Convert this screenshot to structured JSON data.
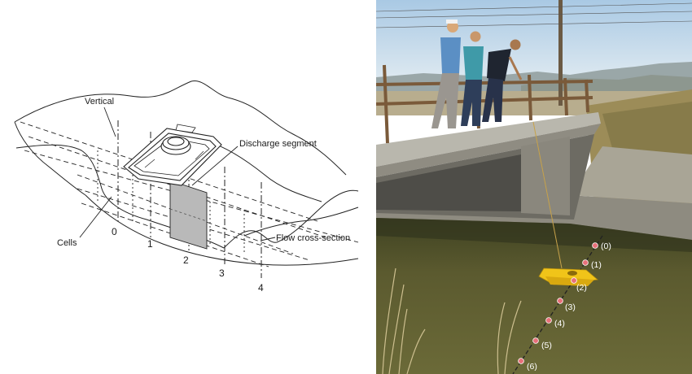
{
  "diagram": {
    "labels": {
      "vertical": "Vertical",
      "discharge_segment": "Discharge segment",
      "cells": "Cells",
      "flow_cross_section": "Flow cross-section"
    },
    "vertical_numbers": [
      "0",
      "1",
      "2",
      "3",
      "4"
    ],
    "segment_fill": "#b9b9b9",
    "line_color": "#222222"
  },
  "photo": {
    "station_labels": [
      "(0)",
      "(1)",
      "(2)",
      "(3)",
      "(4)",
      "(5)",
      "(6)"
    ],
    "marker_color": "#e8707a",
    "boat_color": "#f0c419",
    "water_color": "#5c5a2e",
    "sky_color": "#cfe2f0"
  }
}
